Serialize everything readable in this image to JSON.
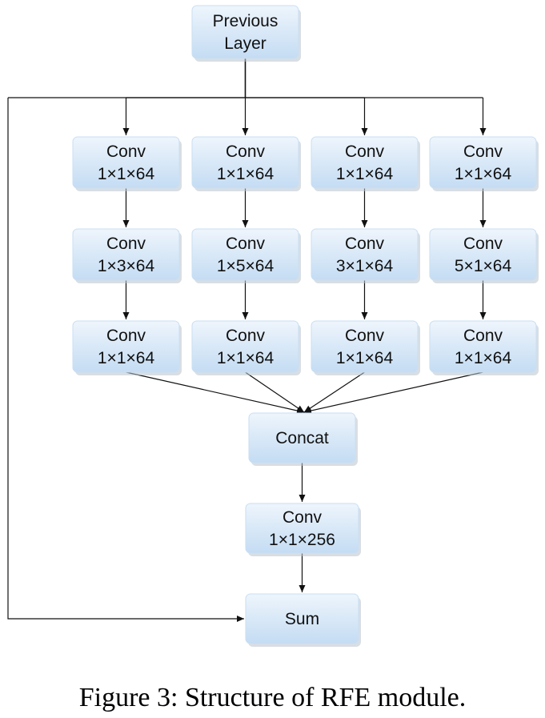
{
  "diagram": {
    "nodes": {
      "previous": [
        "Previous",
        "Layer"
      ],
      "b1_r1": [
        "Conv",
        "1×1×64"
      ],
      "b2_r1": [
        "Conv",
        "1×1×64"
      ],
      "b3_r1": [
        "Conv",
        "1×1×64"
      ],
      "b4_r1": [
        "Conv",
        "1×1×64"
      ],
      "b1_r2": [
        "Conv",
        "1×3×64"
      ],
      "b2_r2": [
        "Conv",
        "1×5×64"
      ],
      "b3_r2": [
        "Conv",
        "3×1×64"
      ],
      "b4_r2": [
        "Conv",
        "5×1×64"
      ],
      "b1_r3": [
        "Conv",
        "1×1×64"
      ],
      "b2_r3": [
        "Conv",
        "1×1×64"
      ],
      "b3_r3": [
        "Conv",
        "1×1×64"
      ],
      "b4_r3": [
        "Conv",
        "1×1×64"
      ],
      "concat": [
        "Concat"
      ],
      "conv_final": [
        "Conv",
        "1×1×256"
      ],
      "sum": [
        "Sum"
      ]
    },
    "edges": [
      [
        "previous",
        "b1_r1"
      ],
      [
        "previous",
        "b2_r1"
      ],
      [
        "previous",
        "b3_r1"
      ],
      [
        "previous",
        "b4_r1"
      ],
      [
        "b1_r1",
        "b1_r2"
      ],
      [
        "b2_r1",
        "b2_r2"
      ],
      [
        "b3_r1",
        "b3_r2"
      ],
      [
        "b4_r1",
        "b4_r2"
      ],
      [
        "b1_r2",
        "b1_r3"
      ],
      [
        "b2_r2",
        "b2_r3"
      ],
      [
        "b3_r2",
        "b3_r3"
      ],
      [
        "b4_r2",
        "b4_r3"
      ],
      [
        "b1_r3",
        "concat"
      ],
      [
        "b2_r3",
        "concat"
      ],
      [
        "b3_r3",
        "concat"
      ],
      [
        "b4_r3",
        "concat"
      ],
      [
        "concat",
        "conv_final"
      ],
      [
        "conv_final",
        "sum"
      ],
      [
        "previous",
        "sum"
      ]
    ],
    "colors": {
      "node_top": "#eef5fc",
      "node_bottom": "#c4dcf3",
      "node_border": "#c9dff3",
      "line": "#111111"
    }
  },
  "caption": "Figure 3: Structure of RFE module."
}
